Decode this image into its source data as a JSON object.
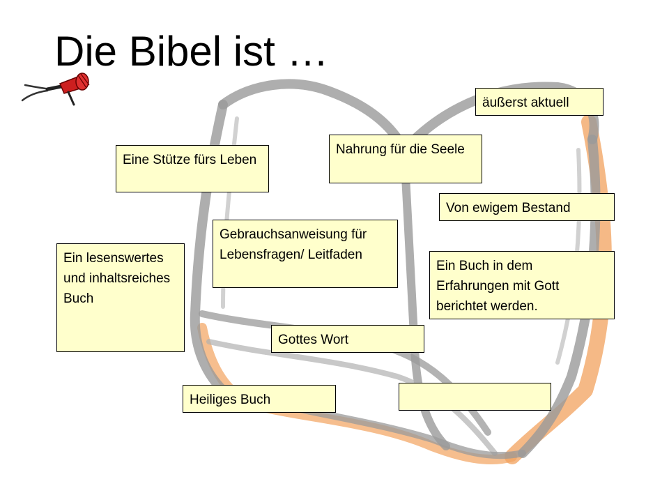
{
  "slide": {
    "title": "Die Bibel ist …"
  },
  "notes": {
    "aktuell": "äußerst aktuell",
    "nahrung": "Nahrung für die Seele",
    "stuetze": "Eine Stütze fürs Leben",
    "bestand": "Von ewigem Bestand",
    "gebrauch": "Gebrauchsanweisung für Lebensfragen/ Leitfaden",
    "lesenswert": "Ein lesenswertes und inhaltsreiches Buch",
    "erfahrung": "Ein Buch in dem Erfahrungen mit Gott berichtet werden.",
    "gottes": "Gottes Wort",
    "heilig": "Heiliges Buch",
    "empty": ""
  },
  "colors": {
    "note_background": "#ffffcc",
    "book_outline": "#8a8a8a",
    "book_edge_orange": "#e8833a",
    "mic_red": "#cc1f1f"
  },
  "icons": {
    "microphone": "microphone-icon",
    "book": "open-book-illustration"
  }
}
